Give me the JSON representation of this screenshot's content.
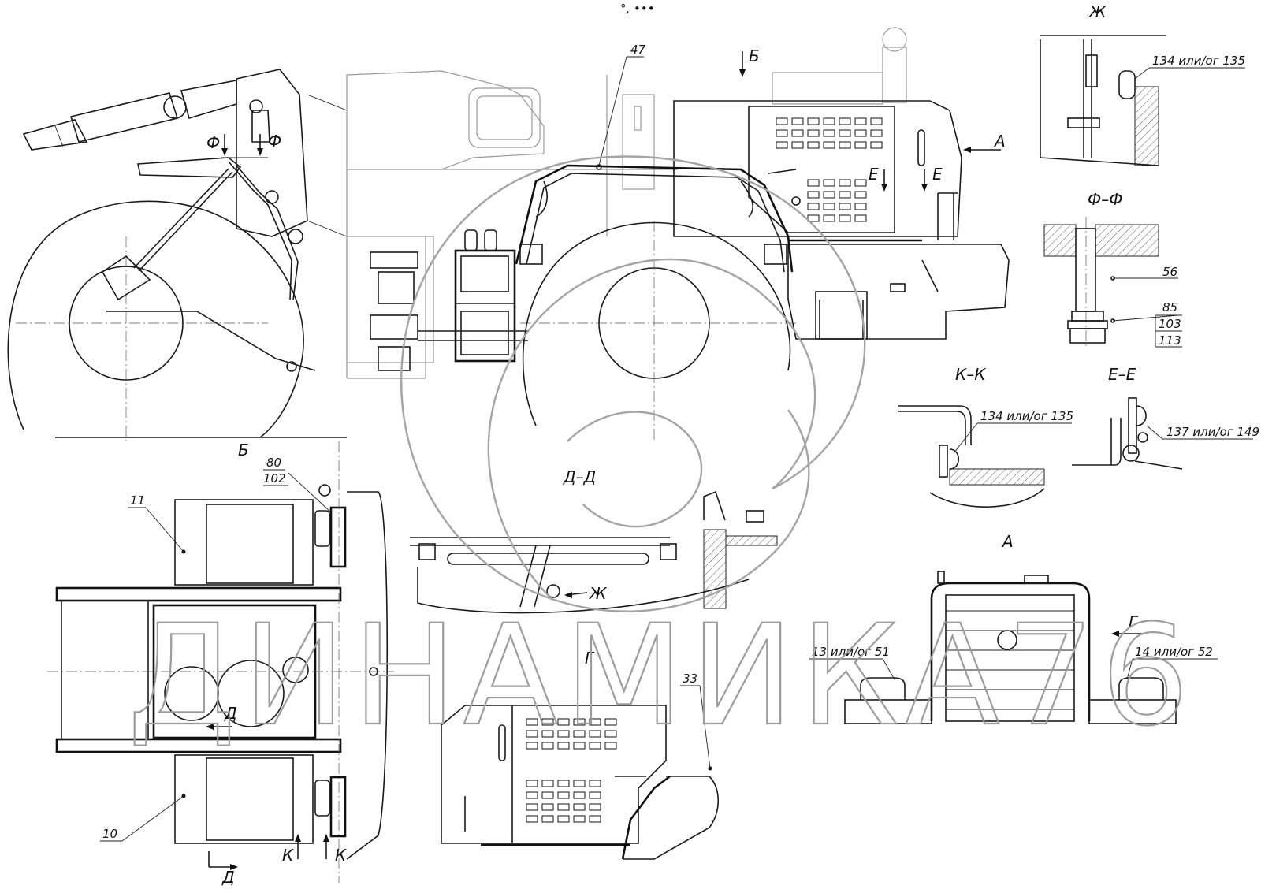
{
  "top_mark": "°, •••",
  "watermark": {
    "text": "ДИНАМИКА76"
  },
  "callouts": {
    "c47": "47",
    "c11": "11",
    "c10": "10",
    "c80": "80",
    "c102": "102",
    "c33": "33",
    "c56": "56",
    "c85": "85",
    "c103": "103",
    "c113": "113",
    "zh_part": "134 или/ог 135",
    "kk_part": "134 или/ог 135",
    "ee_part": "137 или/ог 149",
    "a_left": "13 или/ог 51",
    "a_right": "14 или/ог 52"
  },
  "section_marks": {
    "f": "Ф",
    "b": "Б",
    "a": "А",
    "e": "Е",
    "k": "К",
    "d": "Д",
    "g": "Г",
    "zh": "Ж"
  },
  "view_titles": {
    "zh": "Ж",
    "ff": "Ф–Ф",
    "kk": "К–К",
    "ee": "Е–Е",
    "b": "Б",
    "dd": "Д–Д",
    "a": "А",
    "g": "Г"
  }
}
